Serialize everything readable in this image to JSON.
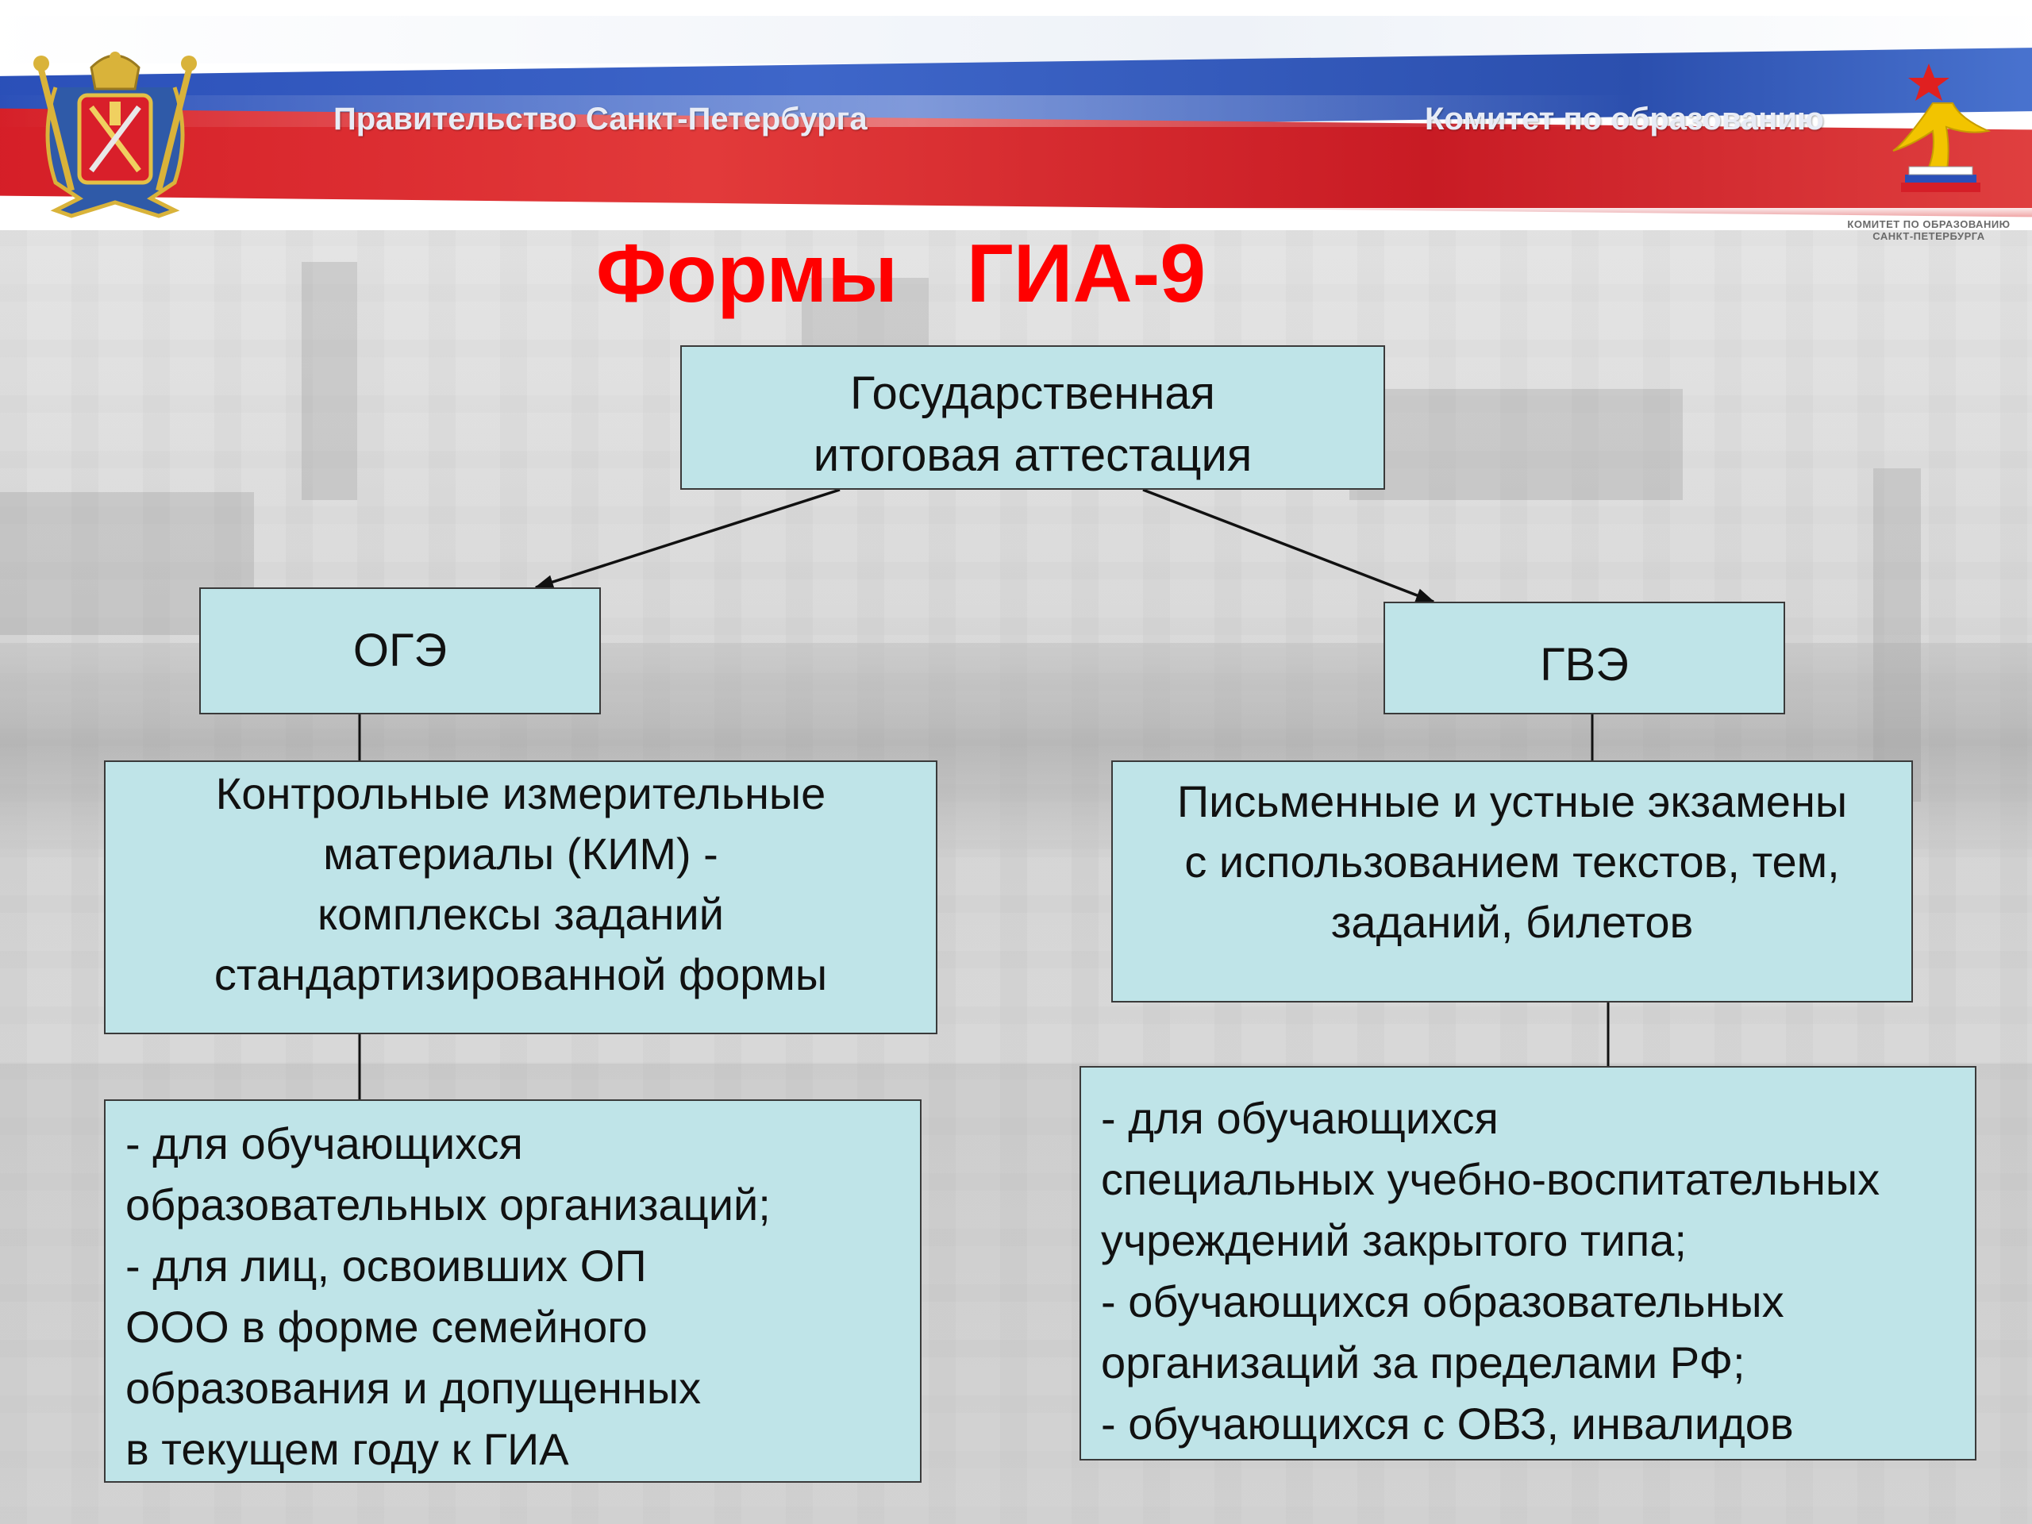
{
  "header": {
    "left_text": "Правительство Санкт-Петербурга",
    "right_text": "Комитет по образованию",
    "logo_caption": "КОМИТЕТ ПО ОБРАЗОВАНИЮ\nСАНКТ-ПЕТЕРБУРГА",
    "flag_colors": [
      "#ffffff",
      "#2a4fb8",
      "#d51e27"
    ]
  },
  "title": "Формы   ГИА-9",
  "title_color": "#ff0000",
  "diagram": {
    "root": "Государственная\nитоговая аттестация",
    "left_branch": {
      "label": "ОГЭ",
      "description": "Контрольные измерительные\nматериалы (КИМ) -\nкомплексы заданий\nстандартизированной формы",
      "audience": "- для обучающихся\nобразовательных организаций;\n- для лиц, освоивших ОП\nООО в форме семейного\nобразования и допущенных\nв текущем году к ГИА"
    },
    "right_branch": {
      "label": "ГВЭ",
      "description": "Письменные и устные экзамены\nс использованием текстов, тем,\nзаданий, билетов",
      "audience": "- для обучающихся\nспециальных учебно-воспитательных\nучреждений закрытого типа;\n- обучающихся образовательных\nорганизаций за пределами РФ;\n- обучающихся с ОВЗ, инвалидов"
    },
    "box_color": "#bfe4e8"
  }
}
